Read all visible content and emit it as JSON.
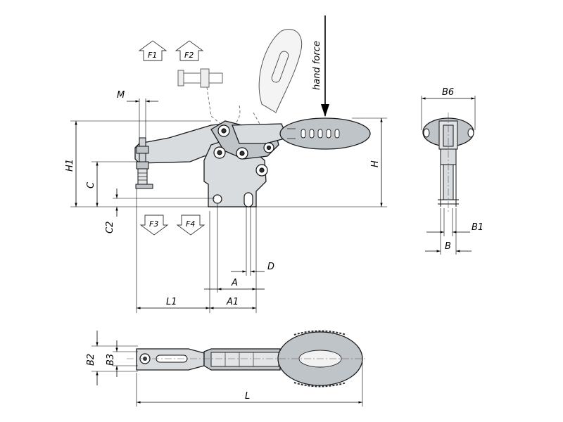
{
  "labels": {
    "hand_force": "hand force",
    "F1": "F1",
    "F2": "F2",
    "F3": "F3",
    "F4": "F4",
    "M": "M",
    "H1": "H1",
    "C": "C",
    "C2": "C2",
    "H": "H",
    "D": "D",
    "A": "A",
    "L1": "L1",
    "A1": "A1",
    "B6": "B6",
    "B1": "B1",
    "B": "B",
    "B2": "B2",
    "B3": "B3",
    "L": "L"
  }
}
